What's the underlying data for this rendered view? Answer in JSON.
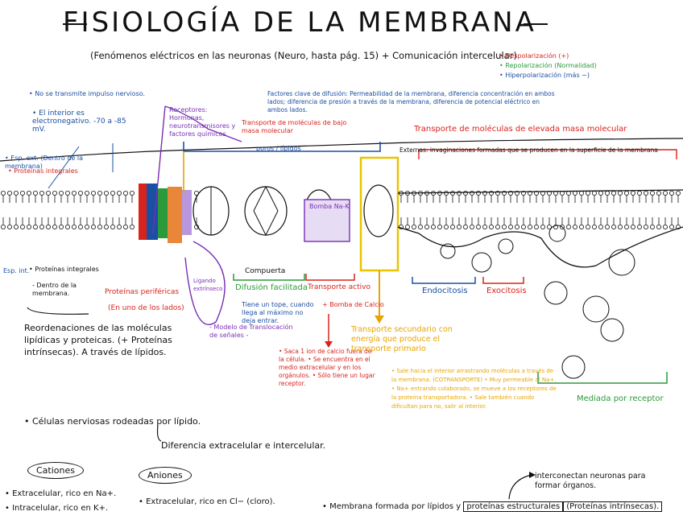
{
  "title": "FISIOLOGÍA DE LA MEMBRANA",
  "subtitle": "(Fenómenos eléctricos en las neuronas (Neuro, hasta pág. 15) + Comunicación intercelular)",
  "legend": [
    {
      "text": "• Despolarización (+)",
      "color": "#d8231c"
    },
    {
      "text": "• Repolarización (Normalidad)",
      "color": "#2a9a3a"
    },
    {
      "text": "• Hiperpolarización (más −)",
      "color": "#1a4fa3"
    }
  ],
  "left_notes": {
    "no_impulse": "• No se transmite impulso nervioso.",
    "interior": "• El interior es electronegativo. -70 a -85 mV.",
    "ext_space": "• Esp. ext. (Dentro de la membrana)",
    "integral_proteins": "• Proteínas integrales",
    "int_space": "Esp. int.",
    "integral_proteins_2": "• Proteínas integrales",
    "inside_membrane": "- Dentro de la membrana.",
    "peripheral": "Proteínas periféricas",
    "peripheral_sub": "(En uno de los lados)",
    "reorganization": "Reordenaciones de las moléculas lipídicas y proteicas. (+ Proteínas intrínsecas). A través de lípidos."
  },
  "middle_notes": {
    "receptors": "Receptores: Hormonas, neurotransmisores y factores químicos",
    "diffusion_factors": "Factores clave de difusión: Permeabilidad de la membrana, diferencia concentración en ambos lados; diferencia de presión a través de la membrana, diferencia de potencial eléctrico en ambos lados.",
    "transport_low": "Transporte de moléculas de bajo masa molecular",
    "pores": "poros / lípidos",
    "transport_high": "Transporte de moléculas de elevada masa molecular",
    "external_invag": "Externas: invaginaciones formadas que se producen en la superficie de la membrana",
    "gate": "Compuerta",
    "facilitated": "Difusión facilitada",
    "facilitated_note": "Tiene un tope, cuando llega al máximo no deja entrar.",
    "active": "Transporte activo",
    "pump": "+ Bomba de Calcio",
    "pump_nak": "Bomba Na-K",
    "ligand": "Ligando extrínseco",
    "channel_model": "- Modelo de Translocación de señales -",
    "calcium_notes": "• Saca 1 ion de calcio fuera de la célula. • Se encuentra en el medio extracelular y en los orgánulos. • Sólo tiene un lugar receptor.",
    "secondary": "Transporte secundario con energía que produce el transporte primario",
    "secondary_notes": "• Sale hacia el interior arrastrando moléculas a través de la membrana. (COTRANSPORTE) • Muy permeable al Na+. • Na+ entrando colaborado, se mueve a los receptores de la proteína transportadora. • Sale también cuando dificultan para no, salir al interior.",
    "endocytosis": "Endocitosis",
    "exocytosis": "Exocitosis",
    "receptor_mediated": "Mediada por receptor"
  },
  "bottom_notes": {
    "nerve_cells": "• Células nerviosas rodeadas por lípido.",
    "difference": "Diferencia extracelular e intercelular.",
    "cations": "Cationes",
    "anions": "Aniones",
    "extracellular": "• Extracelular, rico en Na+.",
    "intracellular": "• Intracelular, rico en K+.",
    "anion_extra": "• Extracelular, rico en Cl− (cloro).",
    "membrane": "• Membrana formada por lípidos y",
    "structural": "proteínas estructurales",
    "intrinsic": "(Proteínas intrínsecas).",
    "interconnect": "interconectan neuronas para formar órganos."
  },
  "colors": {
    "blue": "#1a4fa3",
    "red": "#d8231c",
    "green": "#2a9a3a",
    "orange": "#e8a400",
    "purple": "#7a2fb5"
  }
}
